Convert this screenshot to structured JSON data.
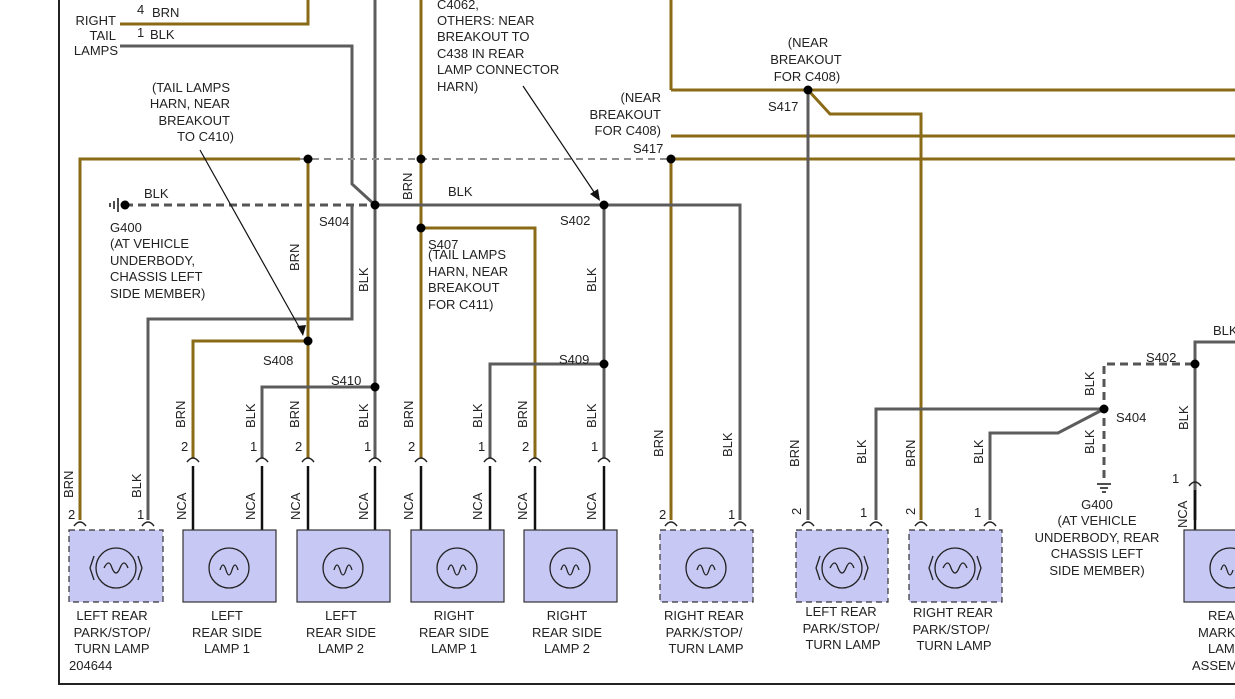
{
  "labels": {
    "right_tail_lamps": [
      "RIGHT",
      "TAIL",
      "LAMPS"
    ],
    "note_c4062": [
      "C4062,",
      "OTHERS: NEAR",
      "BREAKOUT TO",
      "C438 IN REAR",
      "LAMP CONNECTOR",
      "HARN)"
    ],
    "note_c410": [
      "(TAIL LAMPS",
      "HARN, NEAR",
      "BREAKOUT",
      "TO C410)"
    ],
    "note_c408_a": [
      "(NEAR",
      "BREAKOUT",
      "FOR C408)"
    ],
    "note_c408_b": [
      "(NEAR",
      "BREAKOUT",
      "FOR C408)"
    ],
    "note_s407": [
      "(TAIL LAMPS",
      "HARN, NEAR",
      "BREAKOUT",
      "FOR C411)"
    ],
    "g400_left": [
      "G400",
      "(AT VEHICLE",
      "UNDERBODY,",
      "CHASSIS LEFT",
      "SIDE MEMBER)"
    ],
    "g400_right": [
      "G400",
      "(AT VEHICLE",
      "UNDERBODY, REAR",
      "CHASSIS LEFT",
      "SIDE MEMBER)"
    ],
    "diagram_id": "204644"
  },
  "splices": [
    "S404",
    "S407",
    "S402",
    "S417",
    "S408",
    "S410",
    "S409",
    "S404",
    "S402",
    "S417"
  ],
  "wire_colors": {
    "brn": "BRN",
    "blk": "BLK",
    "nca": "NCA"
  },
  "pins": [
    "4",
    "1",
    "2",
    "1",
    "2",
    "1",
    "2",
    "1",
    "2",
    "1",
    "2",
    "1",
    "2",
    "1",
    "2",
    "1",
    "2",
    "1",
    "1"
  ],
  "lamps": [
    {
      "label": [
        "LEFT REAR",
        "PARK/STOP/",
        "TURN LAMP"
      ]
    },
    {
      "label": [
        "LEFT",
        "REAR SIDE",
        "LAMP 1"
      ]
    },
    {
      "label": [
        "LEFT",
        "REAR SIDE",
        "LAMP 2"
      ]
    },
    {
      "label": [
        "RIGHT",
        "REAR SIDE",
        "LAMP 1"
      ]
    },
    {
      "label": [
        "RIGHT",
        "REAR SIDE",
        "LAMP 2"
      ]
    },
    {
      "label": [
        "RIGHT REAR",
        "PARK/STOP/",
        "TURN LAMP"
      ]
    },
    {
      "label": [
        "LEFT REAR",
        "PARK/STOP/",
        "TURN LAMP"
      ]
    },
    {
      "label": [
        "RIGHT REAR",
        "PARK/STOP/",
        "TURN LAMP"
      ]
    },
    {
      "label": [
        "REAR",
        "MARK",
        "LAM",
        "ASSEM"
      ]
    }
  ],
  "colors": {
    "brn": "#8a6a16",
    "blk": "#5c5c5c",
    "lamp_fill": "#c7c8f4"
  }
}
